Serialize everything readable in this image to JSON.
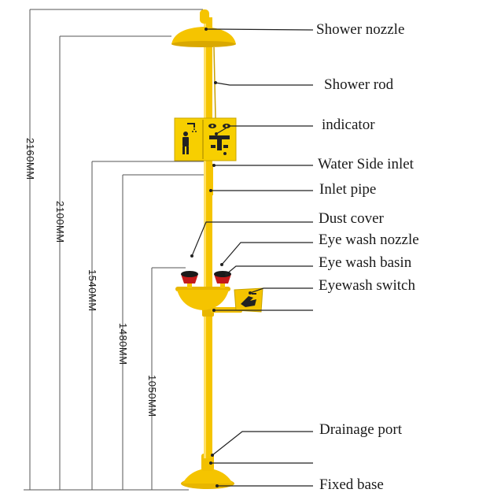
{
  "labels": {
    "shower_nozzle": "Shower nozzle",
    "shower_rod": "Shower rod",
    "indicator": "indicator",
    "water_side_inlet": "Water Side inlet",
    "inlet_pipe": "Inlet pipe",
    "dust_cover": "Dust cover",
    "eye_wash_nozzle": "Eye wash nozzle",
    "eye_wash_basin": "Eye wash basin",
    "eyewash_switch": "Eyewash switch",
    "drainage_port": "Drainage port",
    "fixed_base": "Fixed base"
  },
  "dimensions": {
    "d2160": "2160MM",
    "d2100": "2100MM",
    "d1540": "1540MM",
    "d1480": "1480MM",
    "d1050": "1050MM"
  },
  "colors": {
    "body": "#f5c400",
    "body_dark": "#d9a800",
    "line": "#222222",
    "nozzle_red": "#c41a1a"
  }
}
